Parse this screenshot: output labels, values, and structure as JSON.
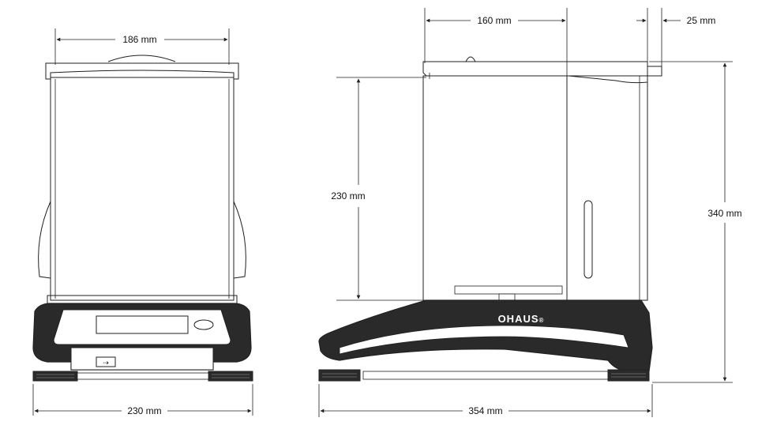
{
  "dimensions": {
    "front_width_top": "186 mm",
    "front_width_base": "230 mm",
    "side_chamber_depth": "160 mm",
    "side_overhang": "25 mm",
    "side_chamber_height": "230 mm",
    "side_total_height": "340 mm",
    "side_total_depth": "354 mm"
  },
  "brand": {
    "logo": "OHAUS",
    "mark": "®"
  },
  "colors": {
    "housing": "#2a2a2a",
    "glass": "#ffffff",
    "line": "#222222"
  },
  "icons": {
    "usb_port": "usb-icon"
  }
}
